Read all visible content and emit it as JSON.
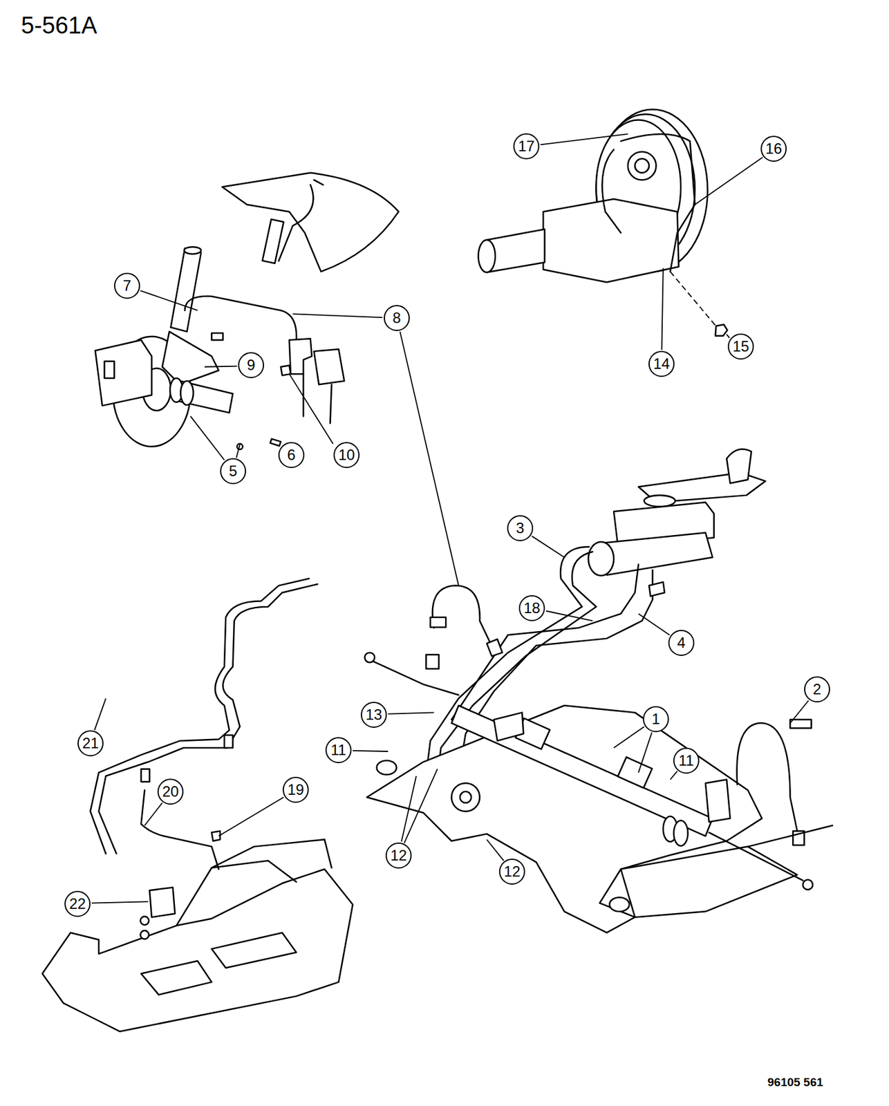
{
  "diagram": {
    "title": "5-561A",
    "nodes": [
      {
        "text": [
          "17"
        ]
      },
      {
        "text": [
          "16"
        ]
      },
      {
        "text": [
          "7"
        ]
      },
      {
        "text": [
          "8"
        ]
      },
      {
        "text": [
          "9"
        ]
      },
      {
        "text": [
          "5"
        ]
      },
      {
        "text": [
          "6"
        ]
      },
      {
        "text": [
          "10"
        ]
      },
      {
        "text": [
          "15"
        ]
      },
      {
        "text": [
          "14"
        ]
      },
      {
        "text": [
          "3"
        ]
      },
      {
        "text": [
          "18"
        ]
      },
      {
        "text": [
          "4"
        ]
      },
      {
        "text": [
          "2"
        ]
      },
      {
        "text": [
          "13"
        ]
      },
      {
        "text": [
          "1"
        ]
      },
      {
        "text": [
          "11"
        ]
      },
      {
        "text": [
          "11"
        ]
      },
      {
        "text": [
          "21"
        ]
      },
      {
        "text": [
          "20"
        ]
      },
      {
        "text": [
          "19"
        ]
      },
      {
        "text": [
          "22"
        ]
      },
      {
        "text": [
          "12"
        ]
      },
      {
        "text": [
          "12"
        ]
      }
    ],
    "labels": [
      "96105 561"
    ]
  }
}
